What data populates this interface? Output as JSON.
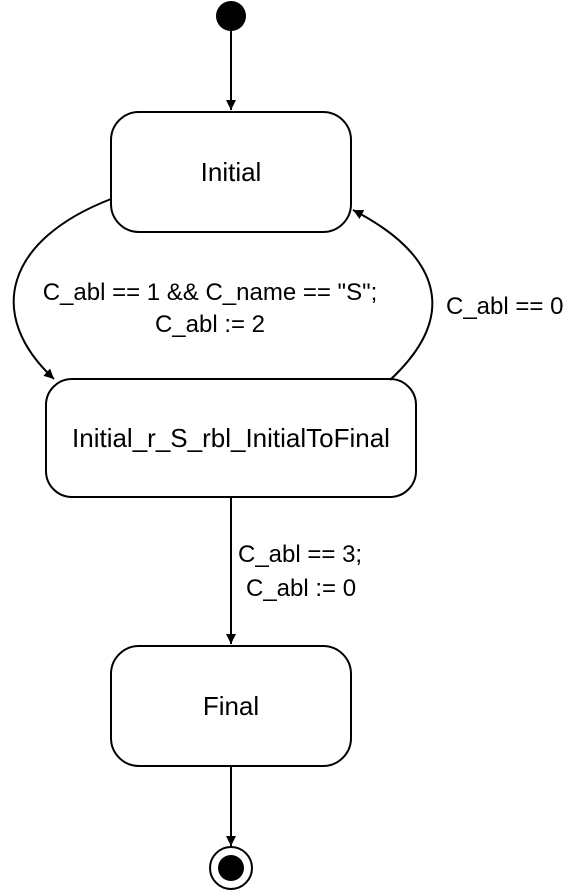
{
  "diagram": {
    "states": [
      {
        "id": "initial",
        "label": "Initial"
      },
      {
        "id": "intermediate",
        "label": "Initial_r_S_rbl_InitialToFinal"
      },
      {
        "id": "final",
        "label": "Final"
      }
    ],
    "transitions": [
      {
        "id": "t1",
        "from": "initial",
        "to": "intermediate",
        "lines": [
          "C_abl == 1 && C_name == \"S\";",
          "C_abl := 2"
        ]
      },
      {
        "id": "t2",
        "from": "intermediate",
        "to": "initial",
        "lines": [
          "C_abl == 0"
        ]
      },
      {
        "id": "t3",
        "from": "intermediate",
        "to": "final",
        "lines": [
          "C_abl == 3;",
          "C_abl := 0"
        ]
      }
    ]
  }
}
